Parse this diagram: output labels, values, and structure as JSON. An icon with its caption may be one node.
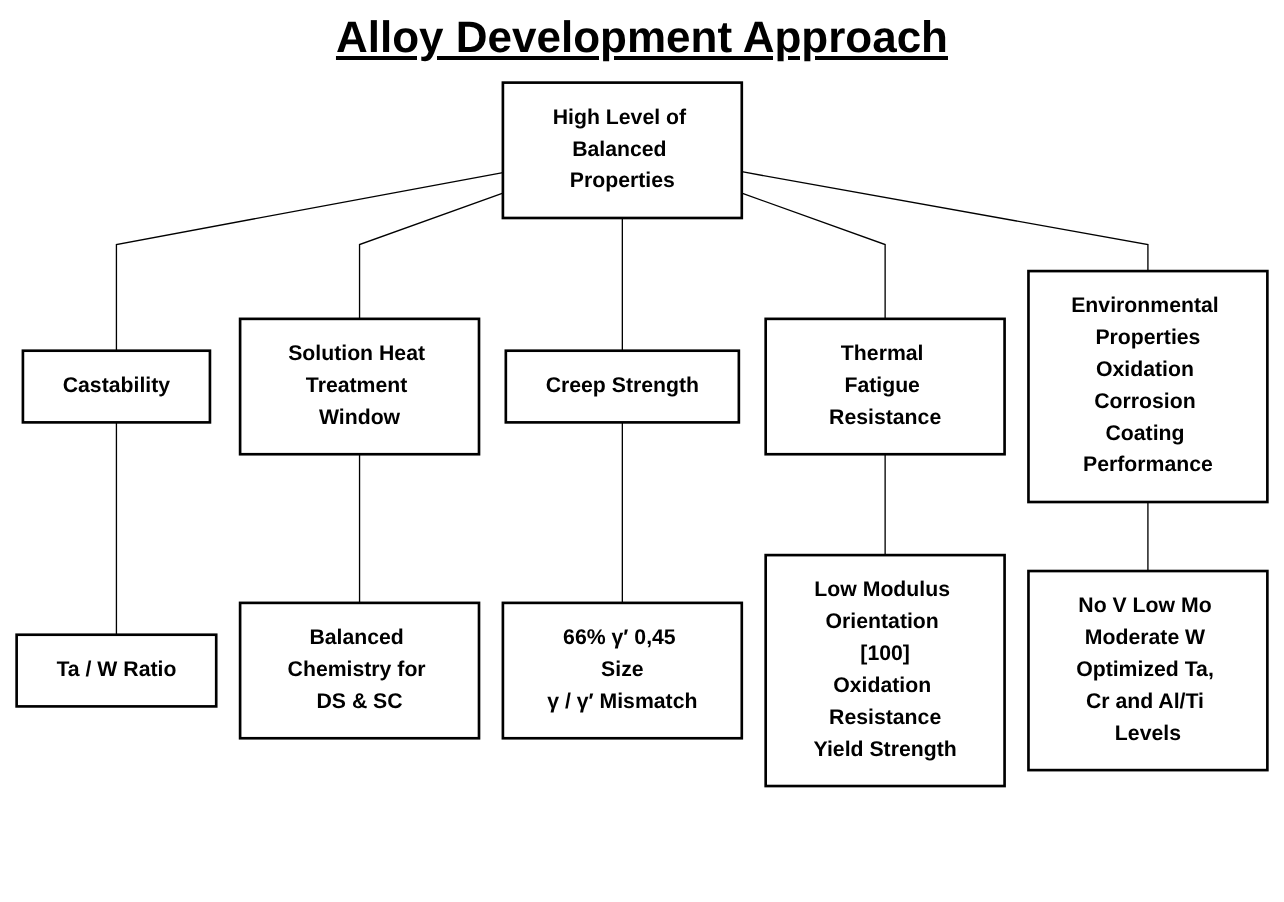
{
  "diagram": {
    "title": "Alloy Development Approach",
    "nodes": [
      {
        "text": [
          "High Level of Balanced Properties"
        ]
      },
      {
        "text": [
          "Castability"
        ]
      },
      {
        "text": [
          "Solution Heat Treatment Window"
        ]
      },
      {
        "text": [
          "Creep Strength"
        ]
      },
      {
        "text": [
          "Thermal Fatigue Resistance"
        ]
      },
      {
        "text": [
          "Environmental Properties",
          "Oxidation Corrosion Coating Performance"
        ]
      },
      {
        "text": [
          "Ta / W Ratio"
        ]
      },
      {
        "text": [
          "Balanced Chemistry for DS & SC"
        ]
      },
      {
        "text": [
          "66% γ′ 0,45 Size",
          "γ / γ′ Mismatch"
        ]
      },
      {
        "text": [
          "Low Modulus Orientation [100]",
          "Oxidation Resistance",
          "Yield Strength"
        ]
      },
      {
        "text": [
          "No V Low Mo Moderate W Optimized Ta, Cr and Al/Ti Levels"
        ]
      }
    ],
    "edges": [
      {
        "from": 0,
        "to": 1,
        "arrow": "none"
      },
      {
        "from": 0,
        "to": 2,
        "arrow": "none"
      },
      {
        "from": 0,
        "to": 3,
        "arrow": "none"
      },
      {
        "from": 0,
        "to": 4,
        "arrow": "none"
      },
      {
        "from": 0,
        "to": 5,
        "arrow": "none"
      },
      {
        "from": 1,
        "to": 6,
        "arrow": "none"
      },
      {
        "from": 2,
        "to": 7,
        "arrow": "none"
      },
      {
        "from": 3,
        "to": 8,
        "arrow": "none"
      },
      {
        "from": 4,
        "to": 9,
        "arrow": "none"
      },
      {
        "from": 5,
        "to": 10,
        "arrow": "none"
      }
    ]
  }
}
